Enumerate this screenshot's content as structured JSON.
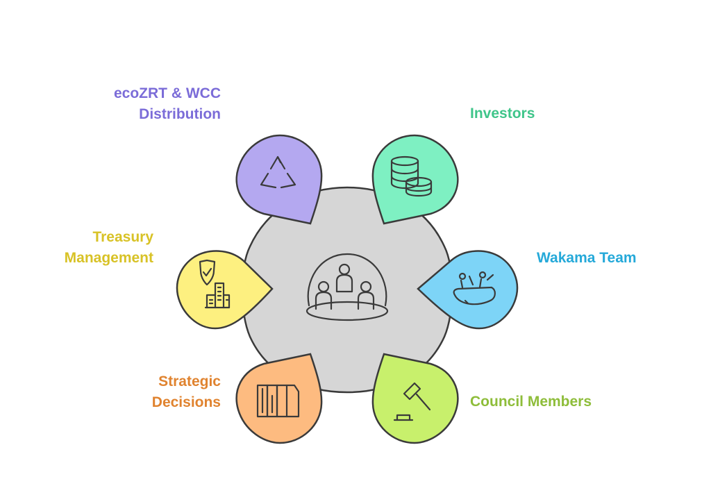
{
  "nodes": [
    {
      "id": "distribution",
      "label_lines": [
        "ecoZRT & WCC",
        "Distribution"
      ],
      "color": "#7b6cd8",
      "fill": "#b4a8f0",
      "icon": "recycle-icon"
    },
    {
      "id": "investors",
      "label_lines": [
        "Investors"
      ],
      "color": "#3fc58a",
      "fill": "#7ef0c2",
      "icon": "coins-stack-icon"
    },
    {
      "id": "wakama",
      "label_lines": [
        "Wakama Team"
      ],
      "color": "#25a9d9",
      "fill": "#7dd4f7",
      "icon": "team-boat-icon"
    },
    {
      "id": "council",
      "label_lines": [
        "Council Members"
      ],
      "color": "#8ebd3a",
      "fill": "#c8f06c",
      "icon": "gavel-icon"
    },
    {
      "id": "strategic",
      "label_lines": [
        "Strategic",
        "Decisions"
      ],
      "color": "#e0832f",
      "fill": "#fdbb80",
      "icon": "pillars-icon"
    },
    {
      "id": "treasury",
      "label_lines": [
        "Treasury",
        "Management"
      ],
      "color": "#d8c226",
      "fill": "#fdf080",
      "icon": "shield-building-icon"
    }
  ],
  "center": {
    "icon": "community-group-icon",
    "fill": "#d6d6d6"
  }
}
